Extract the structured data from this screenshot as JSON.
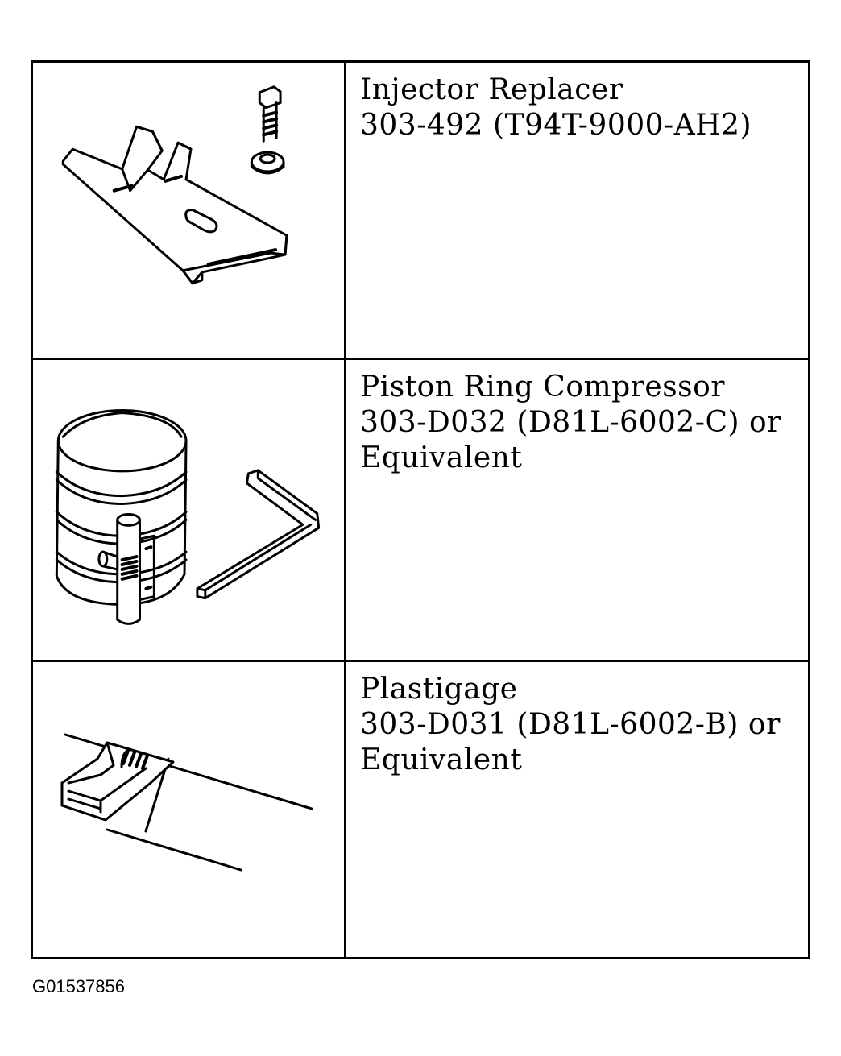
{
  "tools": [
    {
      "name": "Injector Replacer",
      "number": "303-492 (T94T-9000-AH2)",
      "note": "",
      "icon": "injector-replacer-icon"
    },
    {
      "name": "Piston Ring Compressor",
      "number": "303-D032 (D81L-6002-C) or",
      "note": "Equivalent",
      "icon": "piston-ring-compressor-icon"
    },
    {
      "name": "Plastigage",
      "number": "303-D031 (D81L-6002-B) or",
      "note": "Equivalent",
      "icon": "plastigage-icon"
    }
  ],
  "figure_id": "G01537856"
}
